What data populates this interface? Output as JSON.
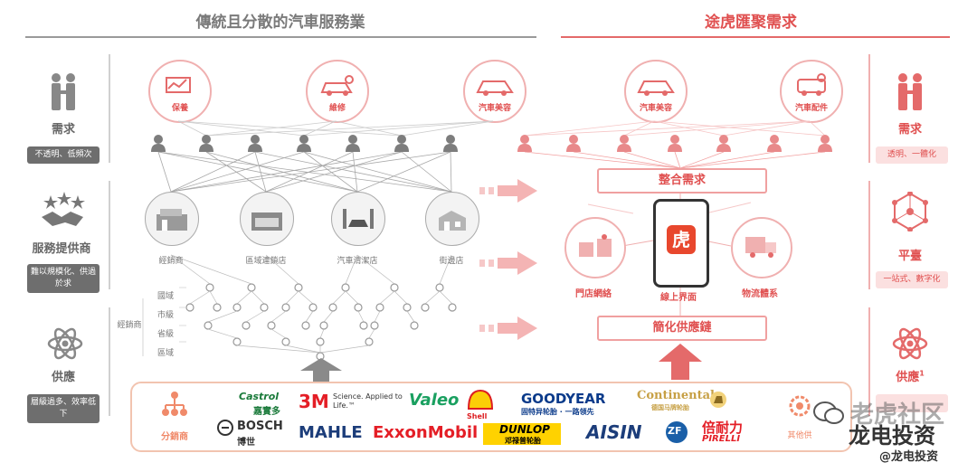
{
  "left_section": {
    "title": "傳統且分散的汽車服務業"
  },
  "right_section": {
    "title": "途虎匯聚需求"
  },
  "left_side": {
    "demand": {
      "label": "需求",
      "pill": "不透明、低頻次"
    },
    "provider": {
      "label": "服務提供商",
      "pill": "難以規模化、供過於求"
    },
    "supply": {
      "label": "供應",
      "pill": "層級過多、效率低下"
    }
  },
  "right_side": {
    "demand": {
      "label": "需求",
      "pill": "透明、一體化"
    },
    "platform": {
      "label": "平臺",
      "pill": "一站式、數字化"
    },
    "supply": {
      "label": "供應",
      "sup": "1"
    }
  },
  "left_service_icons": [
    "保養",
    "維修",
    "汽車美容"
  ],
  "right_service_icons": [
    "汽車美容",
    "汽車配件"
  ],
  "providers": [
    "經銷商",
    "區域連鎖店",
    "汽車清潔店",
    "街邊店"
  ],
  "distribution": {
    "side_label": "經銷商",
    "levels": [
      "國域",
      "市級",
      "省級",
      "區域"
    ]
  },
  "center": {
    "integrate": "整合需求",
    "simplify": "簡化供應鏈",
    "store_network": "門店網絡",
    "online": "線上界面",
    "logistics": "物流體系",
    "app_glyph": "虎"
  },
  "bottom": {
    "distributor": "分銷商",
    "other": "其他供",
    "brands": {
      "castrol": "Castrol",
      "castrol_cn": "嘉實多",
      "bosch": "BOSCH",
      "bosch_cn": "博世",
      "threem": "3M",
      "threem_tag": "Science. Applied to Life.™",
      "mahle": "MAHLE",
      "exxon": "ExxonMobil",
      "valeo": "Valeo",
      "shell": "Shell",
      "dunlop": "DUNLOP",
      "dunlop_cn": "邓禄普轮胎",
      "goodyear": "GOODYEAR",
      "goodyear_cn": "固特异轮胎 · 一路领先",
      "aisin": "AISIN",
      "zf": "ZF",
      "continental": "Continental",
      "continental_cn": "德国马牌轮胎",
      "pirelli": "PIRELLI",
      "pirelli_cn": "倍耐力"
    }
  },
  "watermark": {
    "line1": "老虎社区",
    "line2": "龙电投资",
    "line3": "@龙电投资"
  },
  "colors": {
    "accent": "#e05050",
    "gray": "#7a7a7a"
  }
}
